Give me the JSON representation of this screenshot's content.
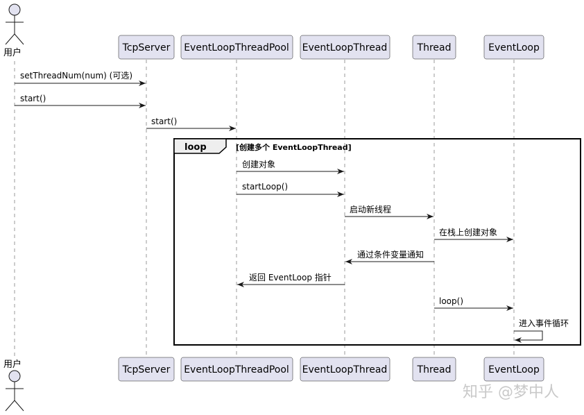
{
  "actor": {
    "label": "用户"
  },
  "participants": [
    {
      "id": "tcpserver",
      "label": "TcpServer"
    },
    {
      "id": "pool",
      "label": "EventLoopThreadPool"
    },
    {
      "id": "elthread",
      "label": "EventLoopThread"
    },
    {
      "id": "thread",
      "label": "Thread"
    },
    {
      "id": "eventloop",
      "label": "EventLoop"
    }
  ],
  "messages": [
    {
      "label": "setThreadNum(num) (可选)"
    },
    {
      "label": "start()"
    },
    {
      "label": "start()"
    },
    {
      "label": "创建对象"
    },
    {
      "label": "startLoop()"
    },
    {
      "label": "启动新线程"
    },
    {
      "label": "在栈上创建对象"
    },
    {
      "label": "通过条件变量通知"
    },
    {
      "label": "返回 EventLoop 指针"
    },
    {
      "label": "loop()"
    },
    {
      "label": "进入事件循环"
    }
  ],
  "loop": {
    "keyword": "loop",
    "condition": "[创建多个 EventLoopThread]"
  },
  "watermark": "知乎 @梦中人"
}
